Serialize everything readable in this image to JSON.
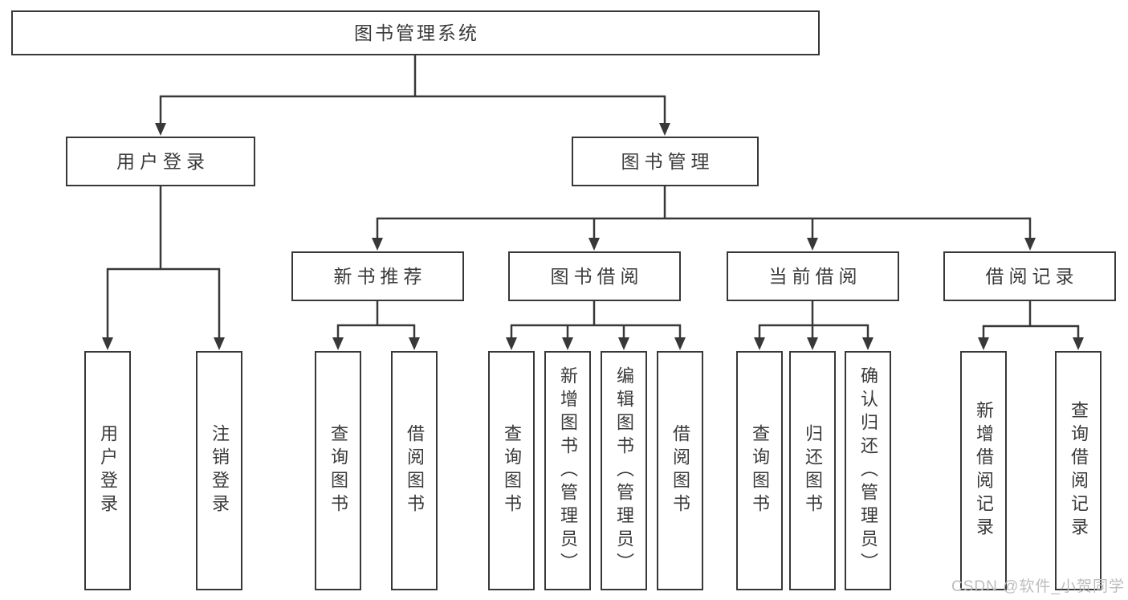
{
  "diagram": {
    "type": "tree",
    "colors": {
      "line": "#383838",
      "box_border": "#383838",
      "text": "#3a3a3a",
      "watermark": "#bdbdbd",
      "background": "#ffffff"
    },
    "nodes": {
      "root": "图书管理系统",
      "userLogin": "用户登录",
      "bookManagement": "图书管理",
      "newBookRecommend": "新书推荐",
      "bookBorrowing": "图书借阅",
      "currentBorrowing": "当前借阅",
      "borrowingRecords": "借阅记录",
      "leafUserLogin": "用户登录",
      "leafLogout": "注销登录",
      "leafQueryBooksRecommend": "查询图书",
      "leafBorrowBooksRecommend": "借阅图书",
      "leafQueryBooksBorrowing": "查询图书",
      "leafAddBooksAdmin": "新增图书（管理员）",
      "leafEditBooksAdmin": "编辑图书（管理员）",
      "leafBorrowBooksBorrowing": "借阅图书",
      "leafQueryBooksCurrent": "查询图书",
      "leafReturnBooks": "归还图书",
      "leafConfirmReturnAdmin": "确认归还（管理员）",
      "leafAddBorrowRecord": "新增借阅记录",
      "leafQueryBorrowRecord": "查询借阅记录"
    },
    "hierarchy": {
      "图书管理系统": {
        "用户登录": [
          "用户登录",
          "注销登录"
        ],
        "图书管理": {
          "新书推荐": [
            "查询图书",
            "借阅图书"
          ],
          "图书借阅": [
            "查询图书",
            "新增图书（管理员）",
            "编辑图书（管理员）",
            "借阅图书"
          ],
          "当前借阅": [
            "查询图书",
            "归还图书",
            "确认归还（管理员）"
          ],
          "借阅记录": [
            "新增借阅记录",
            "查询借阅记录"
          ]
        }
      }
    },
    "watermark": "CSDN @软件_小贺同学"
  }
}
